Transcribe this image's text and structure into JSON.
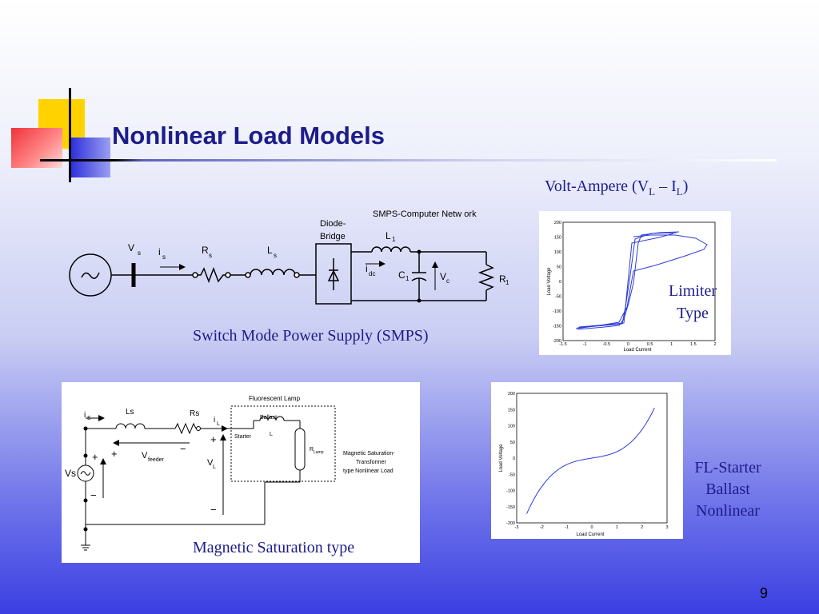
{
  "slide": {
    "title": "Nonlinear Load Models",
    "page_number": "9"
  },
  "smps": {
    "caption": "Switch Mode Power Supply (SMPS)",
    "network_title": "SMPS-Computer Netw ork",
    "bridge_label_1": "Diode-",
    "bridge_label_2": "Bridge",
    "vs": "V",
    "vs_sub": "s",
    "is": "i",
    "is_sub": "s",
    "rs": "R",
    "rs_sub": "s",
    "ls": "L",
    "ls_sub": "s",
    "idc": "i",
    "idc_sub": "dc",
    "l1": "L",
    "l1_sub": "1",
    "c1": "C",
    "c1_sub": "1",
    "vc": "V",
    "vc_sub": "c",
    "r1": "R",
    "r1_sub": "1"
  },
  "va_heading": {
    "prefix": "Volt-Ampere (V",
    "sub1": "L",
    "mid": " – I",
    "sub2": "L",
    "suffix": ")"
  },
  "limiter_plot": {
    "label_line1": "Limiter",
    "label_line2": "Type",
    "xlabel": "Load Current",
    "ylabel": "Load Voltage",
    "yticks": [
      "200",
      "150",
      "100",
      "50",
      "0",
      "-50",
      "-100",
      "-150",
      "-200"
    ],
    "xticks": [
      "-1.5",
      "-1",
      "-0.5",
      "0",
      "0.5",
      "1",
      "1.5",
      "2"
    ]
  },
  "mag": {
    "caption": "Magnetic Saturation type",
    "lamp_title": "Fluorescent Lamp",
    "ballast": "Ballast",
    "ballast_l": "L",
    "starter": "Starter",
    "rlamp": "R",
    "rlamp_sub": "Lamp",
    "is": "i",
    "is_sub": "S",
    "ls": "Ls",
    "rs": "Rs",
    "il": "i",
    "il_sub": "L",
    "vs": "Vs",
    "vfeeder": "V",
    "vfeeder_sub": "feeder",
    "vl": "V",
    "vl_sub": "L",
    "plus": "+",
    "minus": "−",
    "desc_line1": "Magnetic Saturation-",
    "desc_line2": "Transformer",
    "desc_line3": "type Nonlinear Load"
  },
  "fl_plot": {
    "label_line1": "FL-Starter",
    "label_line2": "Ballast",
    "label_line3": "Nonlinear",
    "xlabel": "Load Current",
    "ylabel": "Load Voltage",
    "yticks": [
      "200",
      "150",
      "100",
      "50",
      "0",
      "-50",
      "-100",
      "-150",
      "-200"
    ],
    "xticks": [
      "-3",
      "-2",
      "-1",
      "0",
      "1",
      "2",
      "3"
    ]
  },
  "colors": {
    "title": "#1c1c8a",
    "curve": "#2b3bd6",
    "logo_yellow": "#ffd200",
    "logo_red": "#f0323a",
    "logo_blue": "#2d2ddb"
  }
}
